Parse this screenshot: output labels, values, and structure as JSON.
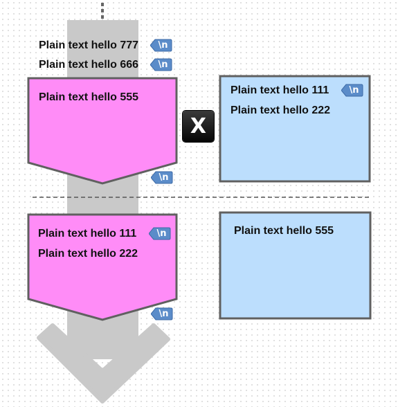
{
  "left_column": {
    "loose_items": [
      "Plain text hello 777",
      "Plain text hello 666"
    ],
    "top_card_items": [
      "Plain text hello 555"
    ],
    "bottom_card_items": [
      "Plain text hello 111",
      "Plain text hello 222"
    ]
  },
  "right_column": {
    "top_card_items": [
      "Plain text hello 111",
      "Plain text hello 222"
    ],
    "bottom_card_items": [
      "Plain text hello 555"
    ]
  },
  "newline_tag": "\\n",
  "mismatch_symbol": "X",
  "colors": {
    "pink_card": "#ff8cf7",
    "blue_card": "#bcdefd",
    "card_border": "#606060",
    "flow_arrow": "#c9c9c9",
    "tag_fill": "#5b8cc9"
  }
}
